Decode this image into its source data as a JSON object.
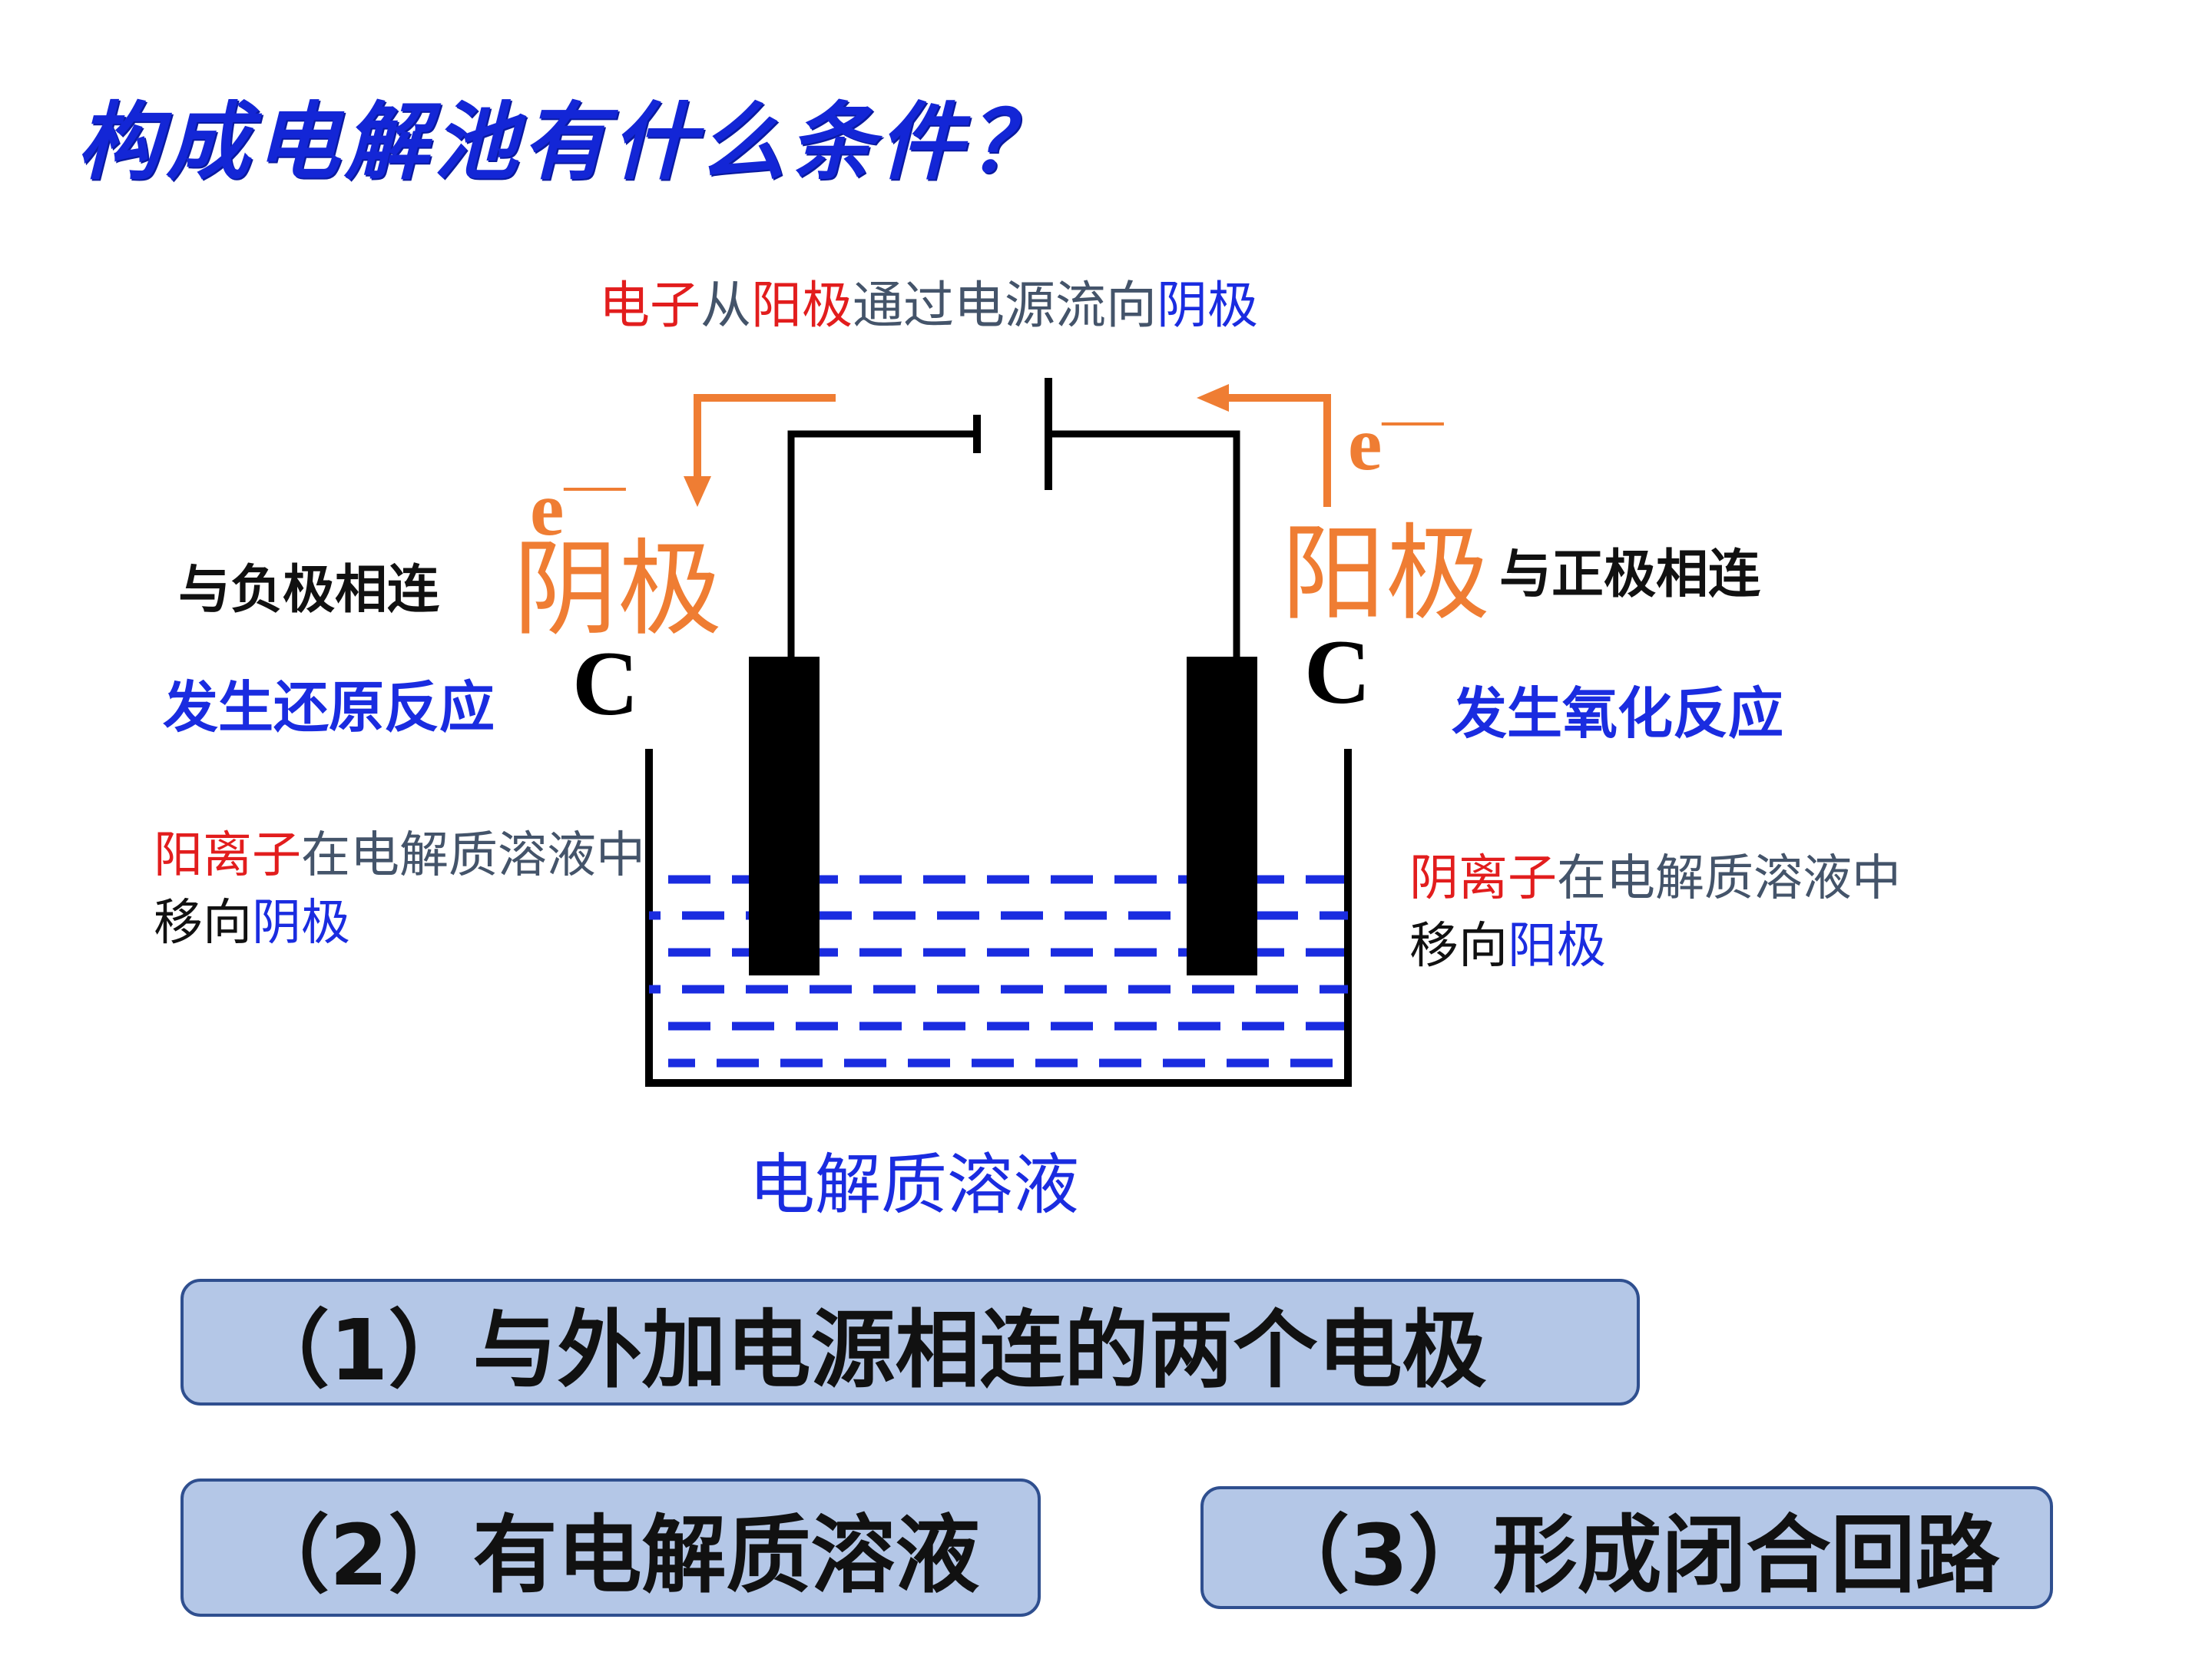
{
  "title": "构成电解池有什么条件？",
  "top_caption": {
    "part1": "电子",
    "part2": "从",
    "part3": "阳极",
    "part4": "通过电源流向",
    "part5": "阴极"
  },
  "left": {
    "electron": "e",
    "electron_sup": "—",
    "connection": "与负极相连",
    "electrode_name": "阴极",
    "material": "C",
    "reaction": "发生还原反应",
    "ion_part1": "阳离子",
    "ion_part2": "在电解质溶液中",
    "ion_part3": "移向",
    "ion_part4": "阴极"
  },
  "right": {
    "electron": "e",
    "electron_sup": "—",
    "connection": "与正极相连",
    "electrode_name": "阳极",
    "material": "C",
    "reaction": "发生氧化反应",
    "ion_part1": "阴离子",
    "ion_part2": "在电解质溶液中",
    "ion_part3": "移向",
    "ion_part4": "阳极"
  },
  "solution_label": "电解质溶液",
  "conditions": [
    "（1）与外加电源相连的两个电极",
    "（2）有电解质溶液",
    "（3）形成闭合回路"
  ],
  "colors": {
    "title": "#1326d6",
    "arrow": "#ef7d33",
    "solution_dash": "#1a2ce0",
    "box_fill": "#b4c7e7"
  }
}
